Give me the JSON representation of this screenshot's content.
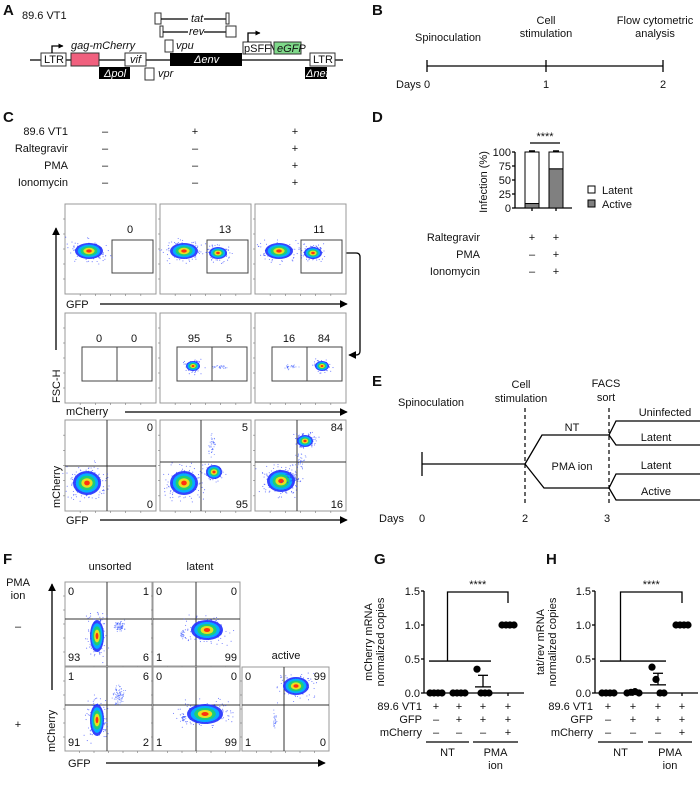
{
  "panels": {
    "a": "A",
    "b": "B",
    "c": "C",
    "d": "D",
    "e": "E",
    "f": "F",
    "g": "G",
    "h": "H"
  },
  "panel_a": {
    "construct": "89.6 VT1",
    "ltr": "LTR",
    "gag": "gag-mCherry",
    "pol": "Δpol",
    "vif": "vif",
    "vpr": "vpr",
    "vpu": "vpu",
    "env": "Δenv",
    "tat": "tat",
    "rev": "rev",
    "psffv": "pSFFV",
    "egfp": "eGFP",
    "nef": "Δnef",
    "colors": {
      "mcherry": "#f0607e",
      "egfp": "#7fd98a"
    }
  },
  "panel_b": {
    "events": [
      [
        "Spinoculation"
      ],
      [
        "Cell",
        "stimulation"
      ],
      [
        "Flow cytometric",
        "analysis"
      ]
    ],
    "days_label": "Days",
    "days": [
      "0",
      "1",
      "2"
    ]
  },
  "panel_c": {
    "conditions": [
      {
        "label": "89.6 VT1",
        "values": [
          "–",
          "+",
          "+"
        ]
      },
      {
        "label": "Raltegravir",
        "values": [
          "–",
          "–",
          "+"
        ]
      },
      {
        "label": "PMA",
        "values": [
          "–",
          "–",
          "+"
        ]
      },
      {
        "label": "Ionomycin",
        "values": [
          "–",
          "–",
          "+"
        ]
      }
    ],
    "gfp": "GFP",
    "mcherry": "mCherry",
    "fsc": "FSC-H",
    "gfp_gate": [
      "0",
      "13",
      "11"
    ],
    "mcherry_gates": [
      [
        "0",
        "0"
      ],
      [
        "95",
        "5"
      ],
      [
        "16",
        "84"
      ]
    ],
    "quadrants": [
      {
        "upper_right": "0",
        "lower_right": "0"
      },
      {
        "upper_right": "5",
        "lower_right": "95"
      },
      {
        "upper_right": "84",
        "lower_right": "16"
      }
    ]
  },
  "panel_e": {
    "spinoculation": "Spinoculation",
    "stimulation": [
      "Cell",
      "stimulation"
    ],
    "sort": [
      "FACS",
      "sort"
    ],
    "nt": "NT",
    "pma": "PMA ion",
    "outcomes": [
      "Uninfected",
      "Latent",
      "Latent",
      "Active"
    ],
    "days_label": "Days",
    "days": [
      "0",
      "2",
      "3"
    ]
  },
  "panel_f": {
    "columns": [
      "unsorted",
      "latent",
      "active"
    ],
    "row_header": [
      "PMA",
      "ion"
    ],
    "rows": [
      "–",
      "+"
    ],
    "gfp": "GFP",
    "mcherry": "mCherry",
    "plots": [
      {
        "ul": "0",
        "ur": "1",
        "ll": "93",
        "lr": "6"
      },
      {
        "ul": "0",
        "ur": "0",
        "ll": "1",
        "lr": "99"
      },
      {
        "ul": "1",
        "ur": "6",
        "ll": "91",
        "lr": "2"
      },
      {
        "ul": "0",
        "ur": "0",
        "ll": "1",
        "lr": "99"
      },
      {
        "ul": "0",
        "ur": "99",
        "ll": "1",
        "lr": "0"
      }
    ]
  },
  "chart_data": [
    {
      "id": "D",
      "type": "bar",
      "stacked": true,
      "ylabel": "Infection (%)",
      "ylim": [
        0,
        100
      ],
      "yticks": [
        "0",
        "25",
        "50",
        "75",
        "100"
      ],
      "series": [
        {
          "name": "Latent",
          "values": [
            92,
            30
          ],
          "color": "#ffffff"
        },
        {
          "name": "Active",
          "values": [
            8,
            70
          ],
          "color": "#808080"
        }
      ],
      "conditions": [
        {
          "label": "Raltegravir",
          "values": [
            "+",
            "+"
          ]
        },
        {
          "label": "PMA",
          "values": [
            "–",
            "+"
          ]
        },
        {
          "label": "Ionomycin",
          "values": [
            "–",
            "+"
          ]
        }
      ],
      "significance": "****",
      "legend": "right"
    },
    {
      "id": "G",
      "type": "scatter",
      "ylabel": [
        "mCherry mRNA",
        "normalized copies"
      ],
      "ylabel_italic": "mCherry",
      "ylim": [
        0,
        1.5
      ],
      "yticks": [
        "0.0",
        "0.5",
        "1.0",
        "1.5"
      ],
      "groups": [
        {
          "points": [
            0,
            0,
            0,
            0
          ],
          "mean": 0,
          "sem": 0
        },
        {
          "points": [
            0,
            0,
            0,
            0
          ],
          "mean": 0,
          "sem": 0
        },
        {
          "points": [
            0.35,
            0,
            0,
            0
          ],
          "mean": 0.09,
          "sem": 0.17
        },
        {
          "points": [
            1,
            1,
            1,
            1
          ],
          "mean": 1,
          "sem": 0
        }
      ],
      "conditions": [
        {
          "label": "89.6 VT1",
          "values": [
            "+",
            "+",
            "+",
            "+"
          ]
        },
        {
          "label": "GFP",
          "values": [
            "–",
            "+",
            "+",
            "+"
          ]
        },
        {
          "label": "mCherry",
          "values": [
            "–",
            "–",
            "–",
            "+"
          ]
        }
      ],
      "treatments": [
        [
          "NT"
        ],
        [
          "PMA",
          "ion"
        ]
      ],
      "significance": "****"
    },
    {
      "id": "H",
      "type": "scatter",
      "ylabel": [
        "tat/rev mRNA",
        "normalized copies"
      ],
      "ylabel_italic": "tat/rev",
      "ylim": [
        0,
        1.5
      ],
      "yticks": [
        "0.0",
        "0.5",
        "1.0",
        "1.5"
      ],
      "groups": [
        {
          "points": [
            0,
            0,
            0,
            0
          ],
          "mean": 0,
          "sem": 0
        },
        {
          "points": [
            0,
            0.01,
            0.02,
            0
          ],
          "mean": 0.01,
          "sem": 0
        },
        {
          "points": [
            0.38,
            0.2,
            0,
            0
          ],
          "mean": 0.12,
          "sem": 0.17
        },
        {
          "points": [
            1,
            1,
            1,
            1
          ],
          "mean": 1,
          "sem": 0
        }
      ],
      "conditions": [
        {
          "label": "89.6 VT1",
          "values": [
            "+",
            "+",
            "+",
            "+"
          ]
        },
        {
          "label": "GFP",
          "values": [
            "–",
            "+",
            "+",
            "+"
          ]
        },
        {
          "label": "mCherry",
          "values": [
            "–",
            "–",
            "–",
            "+"
          ]
        }
      ],
      "treatments": [
        [
          "NT"
        ],
        [
          "PMA",
          "ion"
        ]
      ],
      "significance": "****"
    }
  ]
}
